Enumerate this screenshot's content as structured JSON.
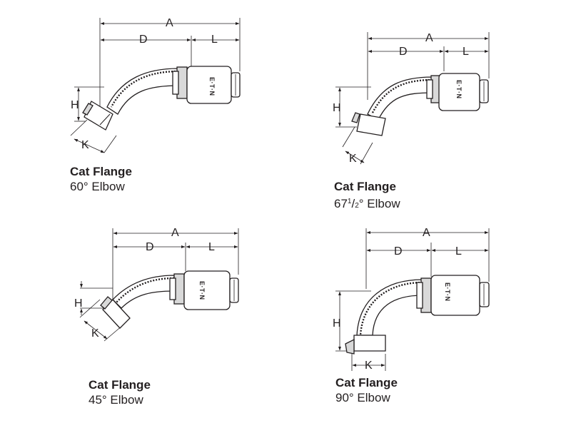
{
  "brand": "E·T·N",
  "dimension_labels": {
    "a": "A",
    "d": "D",
    "l": "L",
    "h": "H",
    "k": "K"
  },
  "fittings": [
    {
      "title": "Cat Flange",
      "subtitle": "60° Elbow"
    },
    {
      "title": "Cat Flange",
      "subtitle_whole": "67",
      "subtitle_num": "1",
      "subtitle_slash": "/",
      "subtitle_den": "2",
      "subtitle_rest": "° Elbow"
    },
    {
      "title": "Cat Flange",
      "subtitle": "45° Elbow"
    },
    {
      "title": "Cat Flange",
      "subtitle": "90° Elbow"
    }
  ],
  "colors": {
    "ink": "#231f20",
    "shade": "#d9d9d9"
  }
}
